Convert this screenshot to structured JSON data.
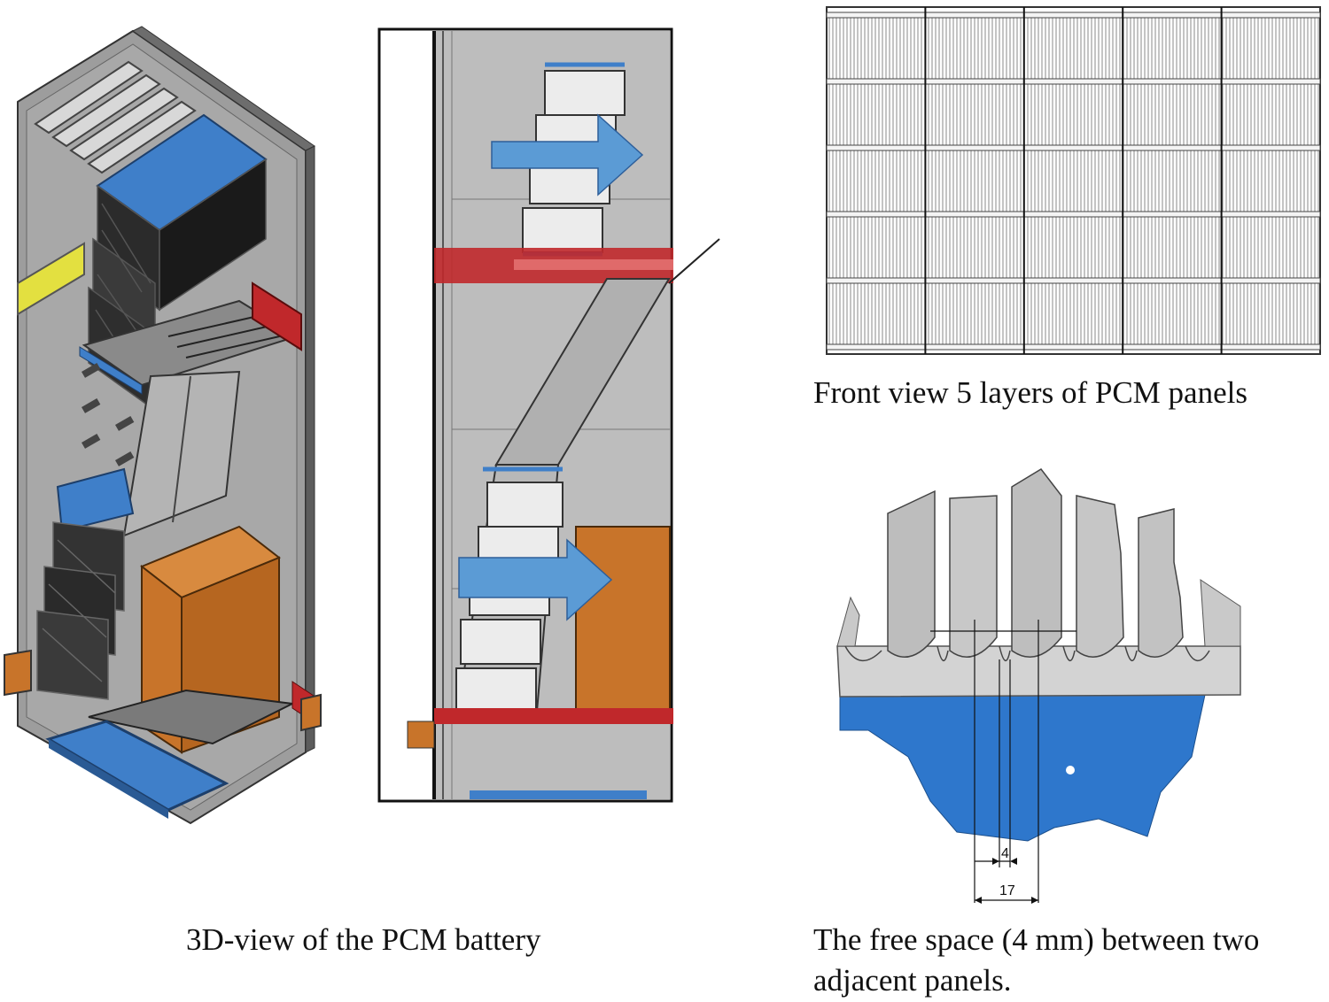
{
  "captions": {
    "battery_3d": "3D-view of the PCM battery",
    "front_view": "Front view 5 layers of PCM panels",
    "free_space_line1": "The free space (4 mm) between two",
    "free_space_line2": "adjacent panels."
  },
  "dimensions": {
    "gap": "4",
    "pitch": "17"
  },
  "colors": {
    "housing_grey": "#9a9a9a",
    "pcm_blue": "#3f7fc9",
    "bracket_red": "#c0282b",
    "tank_orange": "#c8742a",
    "rail_yellow": "#e3e040",
    "arrow_blue": "#5b9bd5"
  },
  "front_view_layers": 5
}
